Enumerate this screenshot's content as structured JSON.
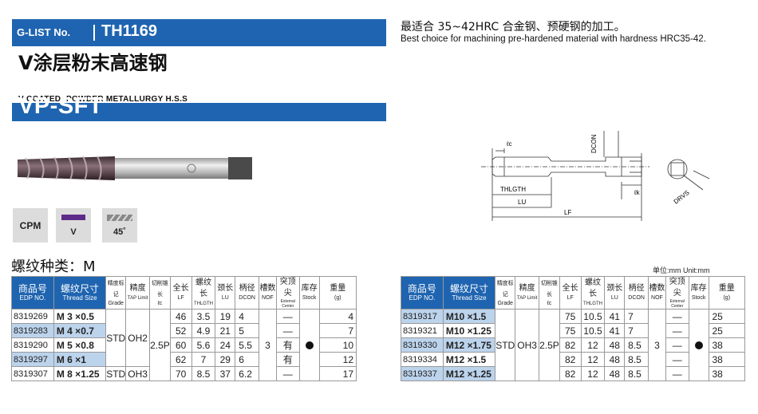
{
  "header": {
    "glist_label": "G-LIST No.",
    "glist_code": "TH1169",
    "title_cn": "V涂层粉末高速钢",
    "title_en": "V COATED· POWDER METALLURGY H.S.S",
    "series": "VP-SFT",
    "brand_color": "#1f64b0"
  },
  "description": {
    "cn": "最适合 35~42HRC 合金钢、预硬钢的加工。",
    "en": "Best choice for machining pre-hardened material with hardness HRC35-42."
  },
  "badges": [
    {
      "label": "CPM",
      "icon": "cpm-icon"
    },
    {
      "label": "V",
      "icon": "coating-color-bar-icon",
      "color": "#5d2a8a"
    },
    {
      "label": "45˚",
      "icon": "helix-angle-icon"
    }
  ],
  "drawing_labels": {
    "lc": "ℓc",
    "dcon": "DCON",
    "lk": "ℓk",
    "thlgth": "THLGTH",
    "lu": "LU",
    "lf": "LF",
    "drvs": "DRVS"
  },
  "thread_kind": "螺纹种类：M",
  "unit_note": "单位:mm   Unit:mm",
  "columns": {
    "edp_cn": "商品号",
    "edp_en": "EDP NO.",
    "size_cn": "螺纹尺寸",
    "size_en": "Thread Size",
    "grade_cn": "精度标记",
    "grade_en": "Grade",
    "tap_cn": "精度",
    "tap_en": "TAP Limit",
    "lc_cn": "切削锥长",
    "lc_en": "ℓc",
    "lf_cn": "全长",
    "lf_en": "LF",
    "thl_cn": "螺纹长",
    "thl_en": "THLGTH",
    "lu_cn": "颈长",
    "lu_en": "LU",
    "dcon_cn": "柄径",
    "dcon_en": "DCON",
    "nof_cn": "槽数",
    "nof_en": "NOF",
    "ext_cn": "突顶尖",
    "ext_en": "External Center",
    "stock_cn": "库存",
    "stock_en": "Stock",
    "wt_cn": "重量",
    "wt_en": "(g)"
  },
  "table_left": {
    "shared": {
      "grade_a": "STD",
      "tap_a": "OH2",
      "grade_b": "STD",
      "tap_b": "OH3",
      "lc": "2.5P",
      "nof": "3"
    },
    "rows": [
      {
        "edp": "8319269",
        "size": "M  3 ×0.5",
        "lf": "46",
        "thl": "3.5",
        "lu": "19",
        "dcon": "4",
        "ext": "—",
        "wt": "4",
        "highlight": false
      },
      {
        "edp": "8319283",
        "size": "M  4 ×0.7",
        "lf": "52",
        "thl": "4.9",
        "lu": "21",
        "dcon": "5",
        "ext": "—",
        "wt": "7",
        "highlight": true
      },
      {
        "edp": "8319290",
        "size": "M  5 ×0.8",
        "lf": "60",
        "thl": "5.6",
        "lu": "24",
        "dcon": "5.5",
        "ext": "有",
        "wt": "10",
        "highlight": false
      },
      {
        "edp": "8319297",
        "size": "M  6 ×1",
        "lf": "62",
        "thl": "7",
        "lu": "29",
        "dcon": "6",
        "ext": "有",
        "wt": "12",
        "highlight": true
      },
      {
        "edp": "8319307",
        "size": "M  8 ×1.25",
        "lf": "70",
        "thl": "8.5",
        "lu": "37",
        "dcon": "6.2",
        "ext": "—",
        "wt": "17",
        "highlight": false
      }
    ]
  },
  "table_right": {
    "shared": {
      "grade": "STD",
      "tap": "OH3",
      "lc": "2.5P",
      "nof": "3"
    },
    "rows": [
      {
        "edp": "8319317",
        "size": "M10 ×1.5",
        "lf": "75",
        "thl": "10.5",
        "lu": "41",
        "dcon": "7",
        "ext": "—",
        "wt": "25",
        "highlight": true
      },
      {
        "edp": "8319321",
        "size": "M10 ×1.25",
        "lf": "75",
        "thl": "10.5",
        "lu": "41",
        "dcon": "7",
        "ext": "—",
        "wt": "25",
        "highlight": false
      },
      {
        "edp": "8319330",
        "size": "M12 ×1.75",
        "lf": "82",
        "thl": "12",
        "lu": "48",
        "dcon": "8.5",
        "ext": "—",
        "wt": "38",
        "highlight": true
      },
      {
        "edp": "8319334",
        "size": "M12 ×1.5",
        "lf": "82",
        "thl": "12",
        "lu": "48",
        "dcon": "8.5",
        "ext": "—",
        "wt": "38",
        "highlight": false
      },
      {
        "edp": "8319337",
        "size": "M12 ×1.25",
        "lf": "82",
        "thl": "12",
        "lu": "48",
        "dcon": "8.5",
        "ext": "—",
        "wt": "38",
        "highlight": true
      }
    ]
  }
}
